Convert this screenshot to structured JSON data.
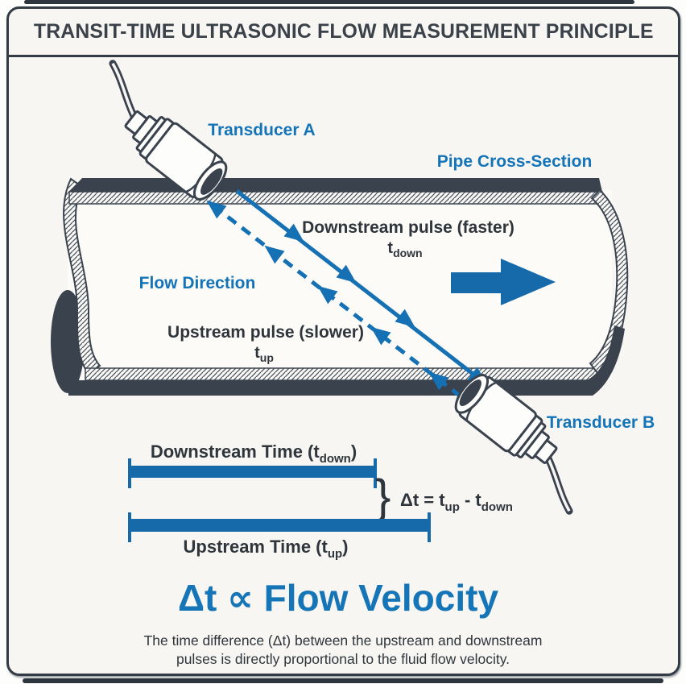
{
  "title": "TRANSIT-TIME ULTRASONIC FLOW MEASUREMENT PRINCIPLE",
  "colors": {
    "accent_blue_text": "#1474b8",
    "accent_blue_fill": "#176aa9",
    "pulse_blue": "#1571b3",
    "pipe_dark": "#39424d",
    "background": "#f7f6f3"
  },
  "pipe": {
    "cross_section_label": "Pipe Cross-Section",
    "flow_direction_label": "Flow Direction"
  },
  "transducers": {
    "a_label": "Transducer A",
    "b_label": "Transducer B"
  },
  "pulses": {
    "downstream_label": "Downstream pulse (faster)",
    "downstream_t_base": "t",
    "downstream_t_sub": "down",
    "upstream_label": "Upstream pulse (slower)",
    "upstream_t_base": "t",
    "upstream_t_sub": "up"
  },
  "timing": {
    "downstream_main": "Downstream Time (t",
    "downstream_sub": "down",
    "downstream_close": ")",
    "upstream_main": "Upstream Time (t",
    "upstream_sub": "up",
    "upstream_close": ")",
    "brace": "}",
    "delta_main": "Δt = t",
    "delta_sub1": "up",
    "delta_mid": " - t",
    "delta_sub2": "down"
  },
  "formula": "Δt ∝ Flow Velocity",
  "caption": {
    "line1": "The time difference (Δt) between the upstream and downstream",
    "line2": "pulses is directly proportional to the fluid flow velocity."
  }
}
